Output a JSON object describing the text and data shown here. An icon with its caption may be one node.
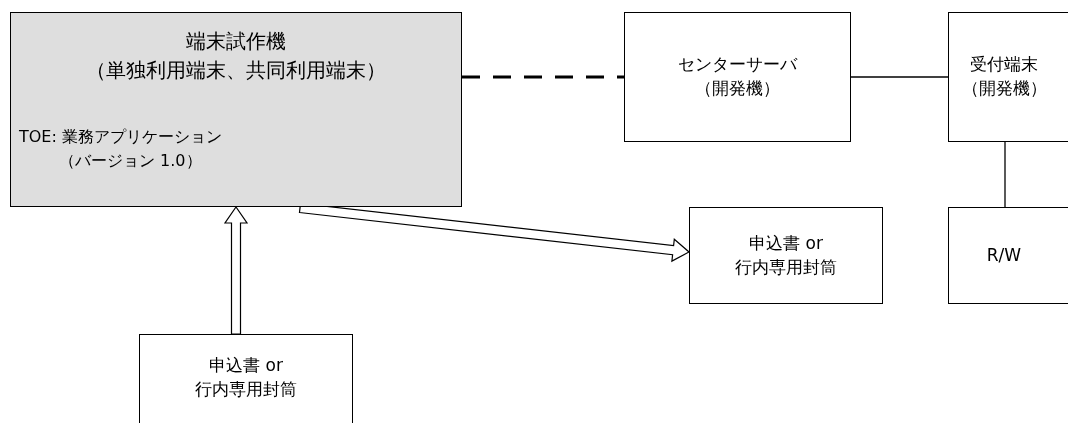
{
  "diagram": {
    "nodes": [
      {
        "text": [
          "端末試作機（単独利用端末、共同利用端末）",
          "TOE: 業務アプリケーション（バージョン 1.0）"
        ]
      },
      {
        "text": [
          "センターサーバ（開発機）"
        ]
      },
      {
        "text": [
          "受付端末（開発機）"
        ]
      },
      {
        "text": [
          "申込書 or 行内専用封筒"
        ]
      },
      {
        "text": [
          "R/W"
        ]
      },
      {
        "text": [
          "申込書 or 行内専用封筒"
        ]
      }
    ],
    "edges": [
      {
        "from": 0,
        "to": 1,
        "arrow": "none",
        "style": "dashed"
      },
      {
        "from": 1,
        "to": 2,
        "arrow": "none"
      },
      {
        "from": 2,
        "to": 4,
        "arrow": "none"
      },
      {
        "from": 0,
        "to": 3,
        "arrow": "to"
      },
      {
        "from": 5,
        "to": 0,
        "arrow": "to"
      }
    ]
  }
}
